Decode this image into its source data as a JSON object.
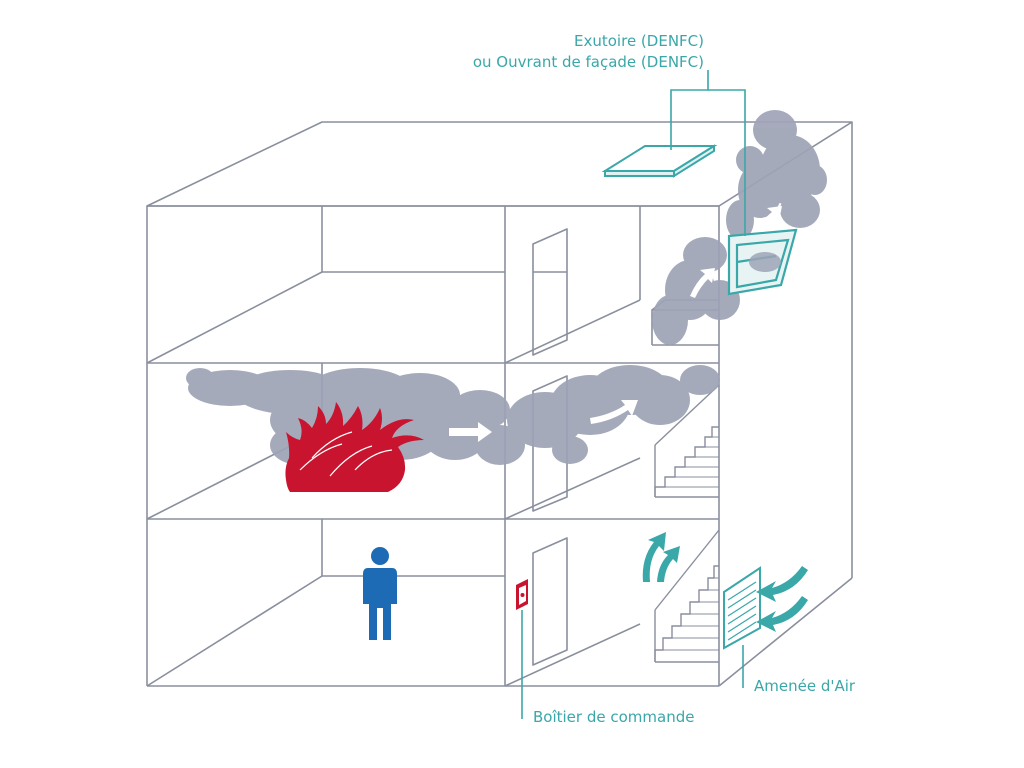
{
  "colors": {
    "background": "#ffffff",
    "structure_line": "#8a8f9e",
    "smoke": "#9ea3b6",
    "fire": "#c8142e",
    "person": "#1d6bb5",
    "device_teal": "#3aa7a9",
    "label_teal": "#3aa7a9",
    "control_box_red": "#c8142e"
  },
  "icons": {
    "fire": "flame-icon",
    "person": "person-icon",
    "smoke_flow_arrow": "arrow-right-icon",
    "air_flow_arrow": "curved-arrow-icon"
  },
  "labels": {
    "exutoire_line1": "Exutoire (DENFC)",
    "exutoire_line2": "ou Ouvrant de façade (DENFC)",
    "boitier": "Boîtier de commande",
    "amenee": "Amenée d'Air"
  }
}
